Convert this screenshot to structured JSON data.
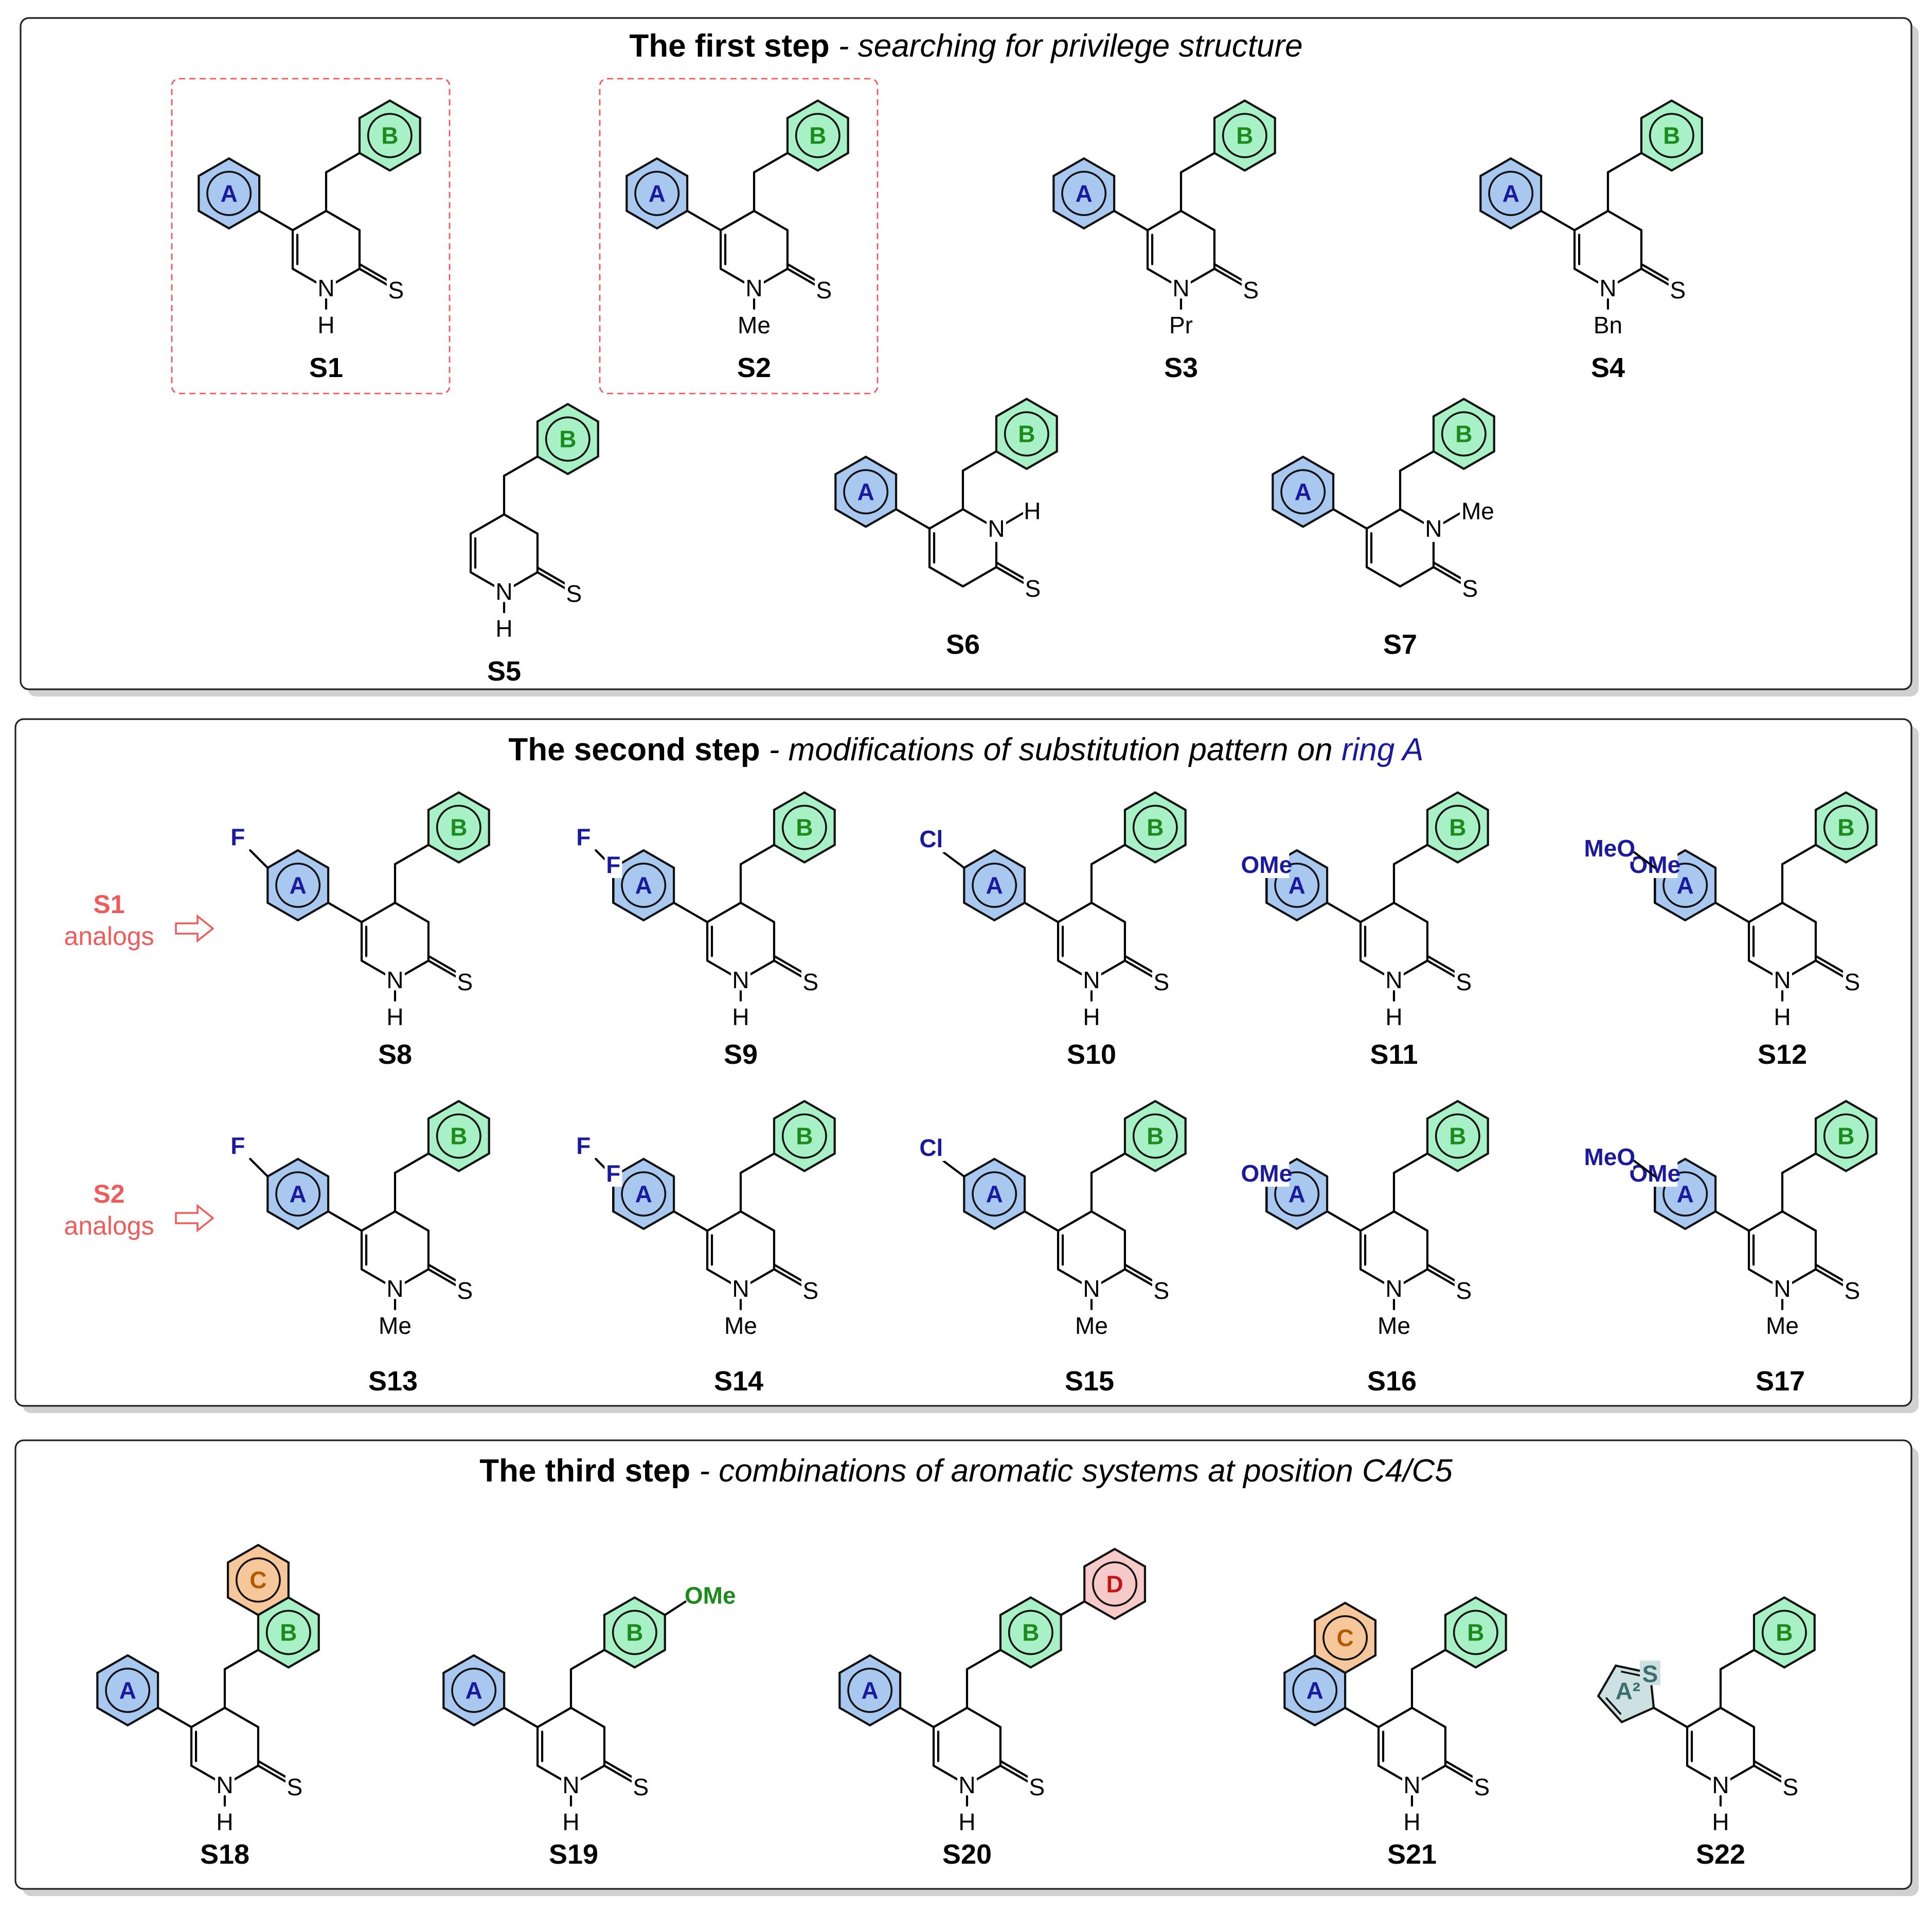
{
  "colors": {
    "ring_A": "#a9c8f0",
    "ring_B": "#a8f0c6",
    "ring_C": "#f5c79a",
    "ring_D": "#f7caca",
    "ring_A2": "#cde0e2",
    "letter_A": "#1a1a9e",
    "letter_B": "#1d8a1d",
    "letter_C": "#b35a00",
    "letter_D": "#c41414",
    "letter_A2": "#3c7070",
    "substituent": "#1a1a9e",
    "highlight": "#ef5a5a"
  },
  "panels": [
    {
      "title_bold": "The first step",
      "title_italic": " - searching for privilege structure",
      "title_italic_color": "",
      "title_blue_italic": ""
    },
    {
      "title_bold": "The second step",
      "title_italic": " - modifications of substitution pattern on ",
      "title_blue_italic": "ring A"
    },
    {
      "title_bold": "The third step",
      "title_italic": " - combinations of aromatic systems at position C4/C5",
      "title_blue_italic": ""
    }
  ],
  "analogs": [
    {
      "name": "S1",
      "word": "analogs"
    },
    {
      "name": "S2",
      "word": "analogs"
    }
  ],
  "atoms": {
    "N": "N",
    "S": "S",
    "H": "H",
    "Me": "Me",
    "Pr": "Pr",
    "Bn": "Bn",
    "F": "F",
    "Cl": "Cl",
    "OMe": "OMe",
    "MeO": "MeO"
  },
  "ring_letters": {
    "A": "A",
    "B": "B",
    "C": "C",
    "D": "D",
    "A2": "A²",
    "thiophene_S": "S"
  },
  "compounds": [
    {
      "label": "S1"
    },
    {
      "label": "S2"
    },
    {
      "label": "S3"
    },
    {
      "label": "S4"
    },
    {
      "label": "S5"
    },
    {
      "label": "S6"
    },
    {
      "label": "S7"
    },
    {
      "label": "S8"
    },
    {
      "label": "S9"
    },
    {
      "label": "S10"
    },
    {
      "label": "S11"
    },
    {
      "label": "S12"
    },
    {
      "label": "S13"
    },
    {
      "label": "S14"
    },
    {
      "label": "S15"
    },
    {
      "label": "S16"
    },
    {
      "label": "S17"
    },
    {
      "label": "S18"
    },
    {
      "label": "S19"
    },
    {
      "label": "S20"
    },
    {
      "label": "S21"
    },
    {
      "label": "S22"
    }
  ]
}
